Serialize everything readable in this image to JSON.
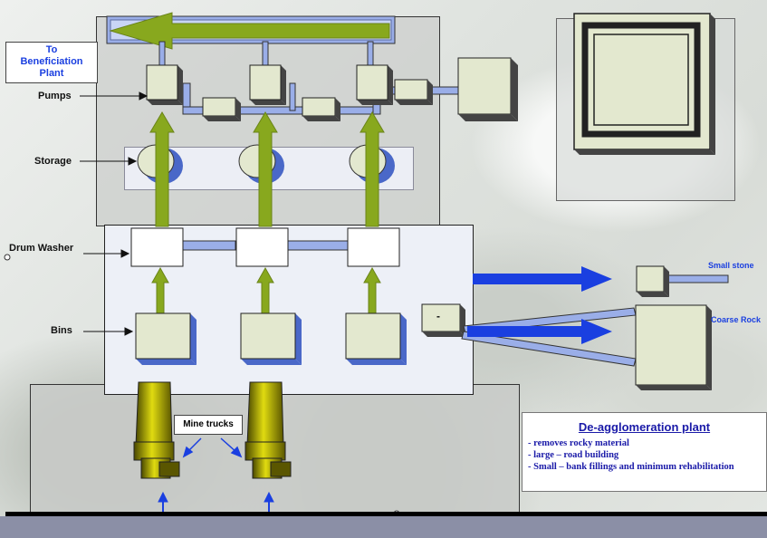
{
  "labels": {
    "to_beneficiation": "To Beneficiation Plant",
    "pumps": "Pumps",
    "storage": "Storage",
    "drum_washer": "Drum Washer",
    "bins": "Bins",
    "small_stone": "Small stone",
    "coarse_rock": "Coarse Rock",
    "mine_trucks": "Mine trucks",
    "minus_sign": "-"
  },
  "callout": {
    "title": "De-agglomeration plant",
    "items": [
      "- removes rocky material",
      "- large – road building",
      "- Small – bank fillings and minimum rehabilitation"
    ]
  },
  "colors": {
    "box_face": "#e3e8cf",
    "box_shadow": "#4a68c8",
    "pipe": "#9aaee8",
    "green_flow": "#88a81e",
    "blue_flow": "#1a3fe0",
    "truck_yellow": "#c9c400"
  }
}
